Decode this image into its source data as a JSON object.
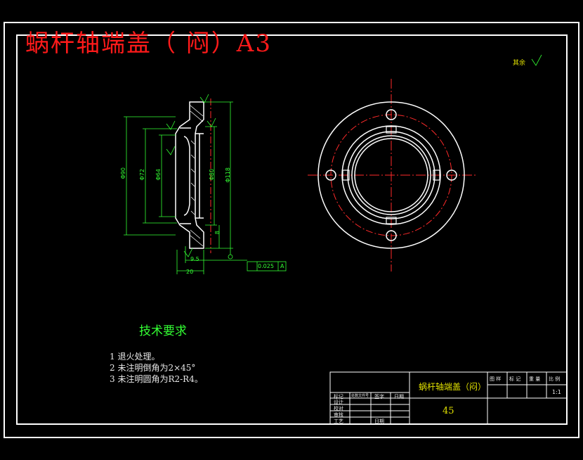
{
  "title": "蜗杆轴端盖（ 闷）A3",
  "general_roughness": "其余",
  "technical_requirements": {
    "heading": "技术要求",
    "items": [
      "1 退火处理。",
      "2 未注明倒角为2×45°",
      "3 未注明圆角为R2-R4。"
    ]
  },
  "section_view": {
    "dims": [
      "Φ90",
      "Φ72",
      "Φ64",
      "Φ80",
      "Φ118",
      "20",
      "9.5",
      "8"
    ],
    "tolerance": {
      "value": "0.025",
      "datum": "A"
    }
  },
  "title_block": {
    "part_name": "蜗杆轴端盖（闷）",
    "material": "45",
    "headers": [
      "图 样",
      "标 记",
      "重 量",
      "比 例"
    ],
    "scale": "1:1",
    "rows_left": [
      "标记",
      "处数文件号",
      "签字",
      "日期"
    ],
    "roles": [
      "设计",
      "校对",
      "审核",
      "工艺"
    ]
  }
}
